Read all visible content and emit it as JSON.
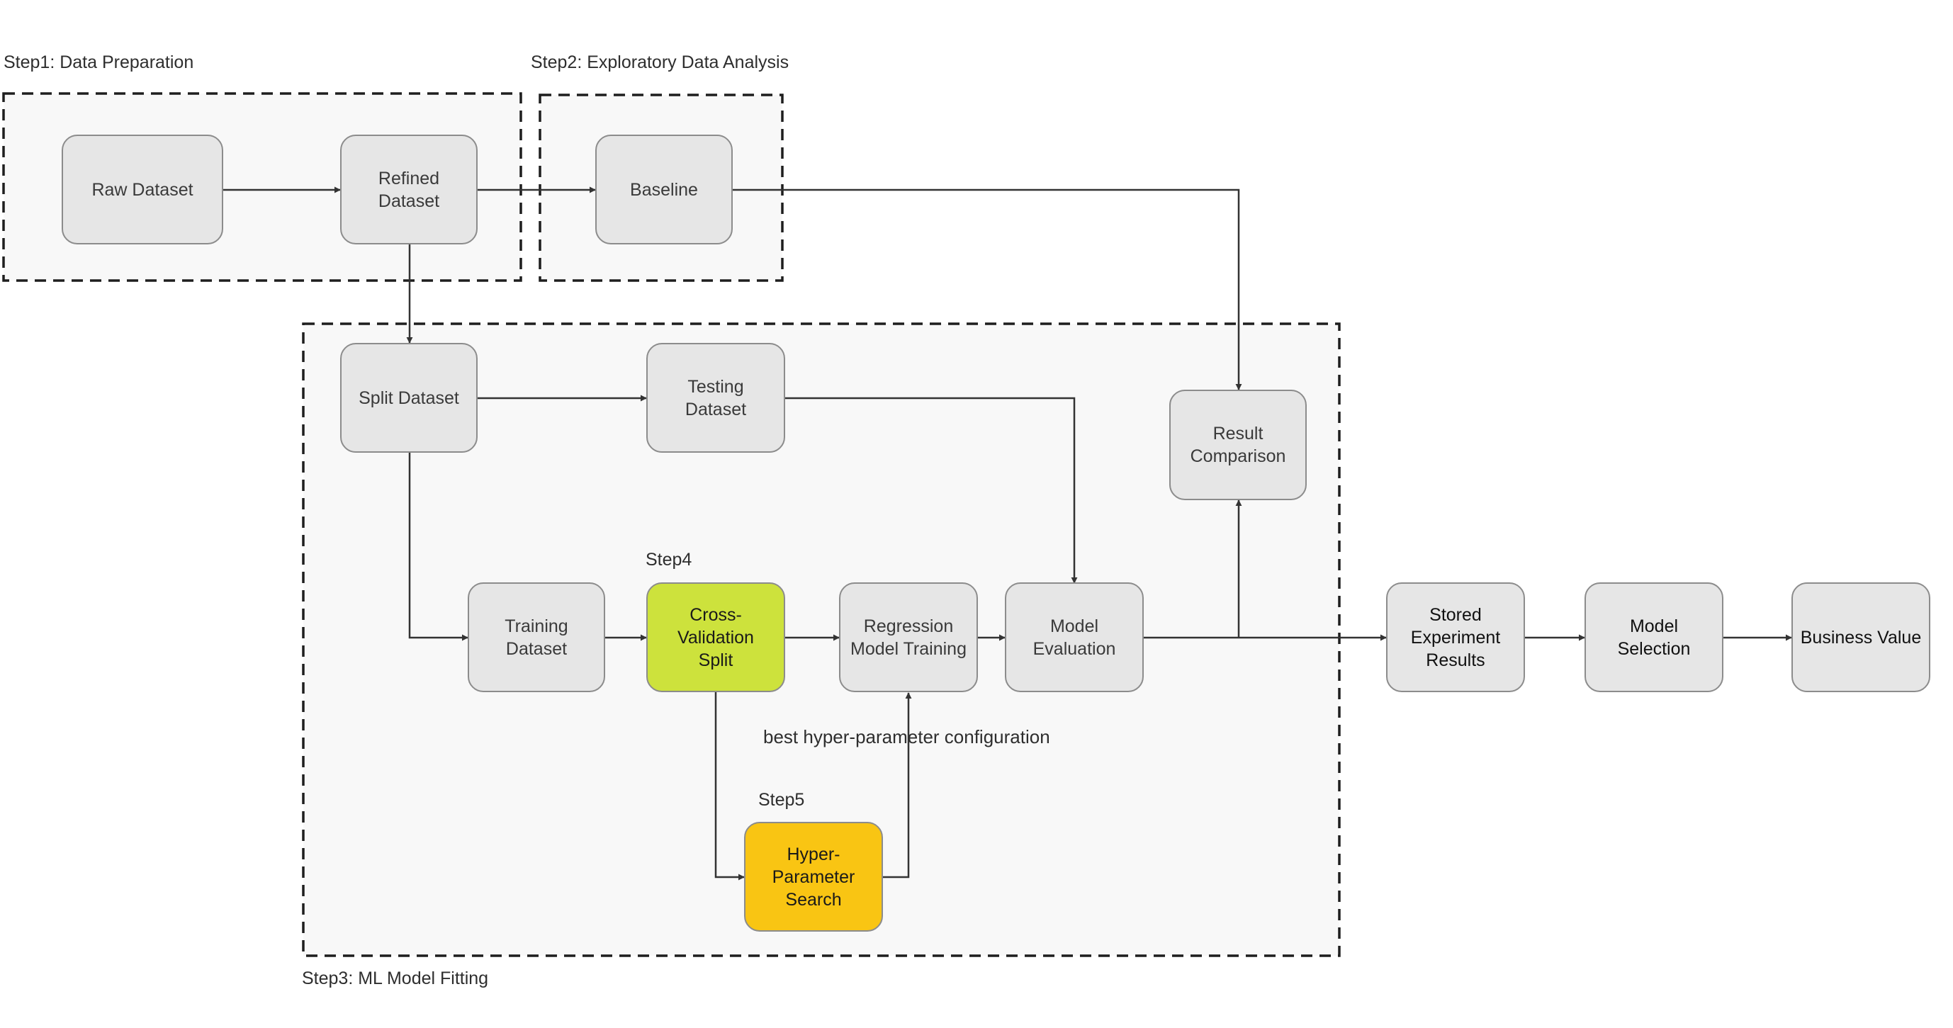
{
  "groups": {
    "step1": "Step1: Data Preparation",
    "step2": "Step2: Exploratory Data Analysis",
    "step3": "Step3: ML Model Fitting",
    "step4": "Step4",
    "step5": "Step5"
  },
  "nodes": {
    "raw_dataset": "Raw Dataset",
    "refined_dataset": "Refined Dataset",
    "baseline": "Baseline",
    "split_dataset": "Split Dataset",
    "testing_dataset": "Testing Dataset",
    "result_comparison": "Result\nComparison",
    "training_dataset": "Training Dataset",
    "cross_validation_split": "Cross-Validation\nSplit",
    "regression_model_training": "Regression\nModel Training",
    "model_evaluation": "Model\nEvaluation",
    "hyper_parameter_search": "Hyper-\nParameter\nSearch",
    "stored_experiment_results": "Stored\nExperiment\nResults",
    "model_selection": "Model Selection",
    "business_value": "Business Value"
  },
  "edge_labels": {
    "best_config": "best hyper-parameter configuration"
  },
  "colors": {
    "node_fill": "#e6e6e6",
    "node_border": "#8c8c8c",
    "group_fill": "#f8f8f8",
    "cross_validation_highlight": "#cde23c",
    "hyper_parameter_highlight": "#f9c513",
    "edge": "#333333"
  }
}
